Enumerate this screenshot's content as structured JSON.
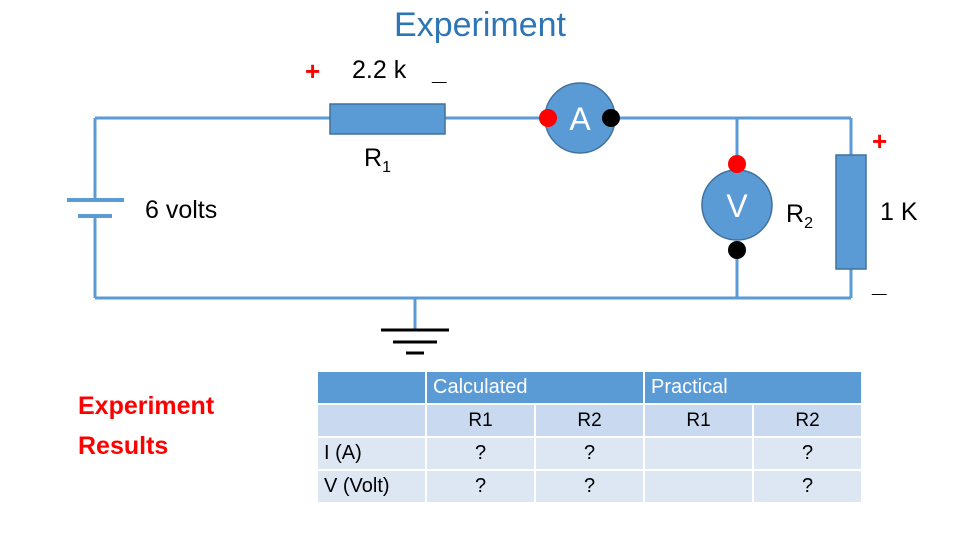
{
  "title": "Experiment",
  "resistor1": {
    "value": "2.2 k",
    "name": "R",
    "sub": "1",
    "plus": "+",
    "minus": "_"
  },
  "battery": {
    "label": "6 volts"
  },
  "ammeter": {
    "symbol": "A"
  },
  "voltmeter": {
    "symbol": "V"
  },
  "resistor2": {
    "name": "R",
    "sub": "2",
    "value": "1 K",
    "plus": "+",
    "minus": "_"
  },
  "results_label": {
    "line1": "Experiment",
    "line2": "Results"
  },
  "table": {
    "group_headers": [
      "",
      "Calculated",
      "Practical"
    ],
    "sub_headers": [
      "",
      "R1",
      "R2",
      "R1",
      "R2"
    ],
    "rows": [
      {
        "label": "I (A)",
        "cells": [
          "?",
          "?",
          "",
          "?"
        ]
      },
      {
        "label": "V (Volt)",
        "cells": [
          "?",
          "?",
          "",
          "?"
        ]
      }
    ]
  },
  "colors": {
    "wire": "#5B9BD5",
    "component_fill": "#5B9BD5",
    "component_stroke": "#41719C",
    "title": "#2E75B6",
    "accent_red": "#FF0000",
    "table_header": "#5B9BD5",
    "table_subheader": "#C9D9EF",
    "table_body": "#DDE7F4"
  }
}
